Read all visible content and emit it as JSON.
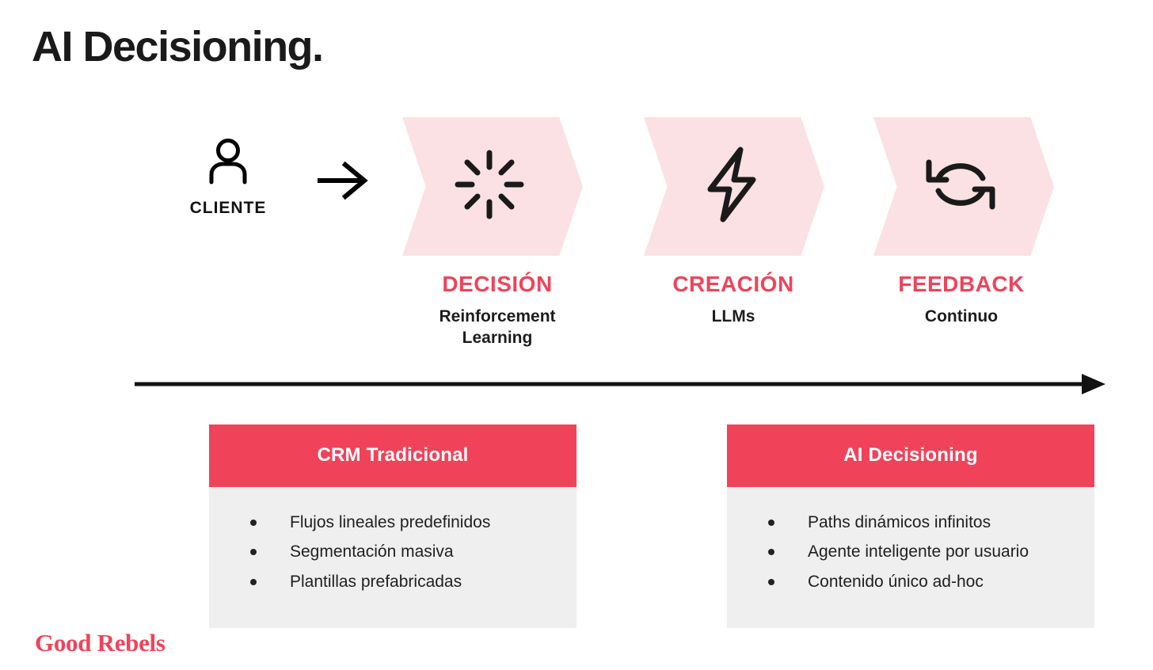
{
  "slide": {
    "title": "AI Decisioning."
  },
  "colors": {
    "accent_red": "#F0435A",
    "chevron_pink": "#FBE1E3",
    "card_body_gray": "#EFEFEF",
    "text_dark": "#1a1a1a"
  },
  "client": {
    "icon": "person-icon",
    "label": "CLIENTE"
  },
  "flow": {
    "arrow_icon": "arrow-right-icon",
    "stages": [
      {
        "icon": "sparkle-spinner-icon",
        "title": "DECISIÓN",
        "subtitle": "Reinforcement\nLearning"
      },
      {
        "icon": "lightning-bolt-icon",
        "title": "CREACIÓN",
        "subtitle": "LLMs"
      },
      {
        "icon": "refresh-cycle-icon",
        "title": "FEEDBACK",
        "subtitle": "Continuo"
      }
    ]
  },
  "timeline": {
    "icon": "timeline-arrow-icon"
  },
  "comparison": {
    "cards": [
      {
        "header": "CRM Tradicional",
        "items": [
          "Flujos lineales predefinidos",
          "Segmentación masiva",
          "Plantillas prefabricadas"
        ]
      },
      {
        "header": "AI Decisioning",
        "items": [
          "Paths dinámicos infinitos",
          "Agente inteligente por usuario",
          "Contenido único ad-hoc"
        ]
      }
    ]
  },
  "brand": {
    "logo_text": "Good Rebels"
  }
}
